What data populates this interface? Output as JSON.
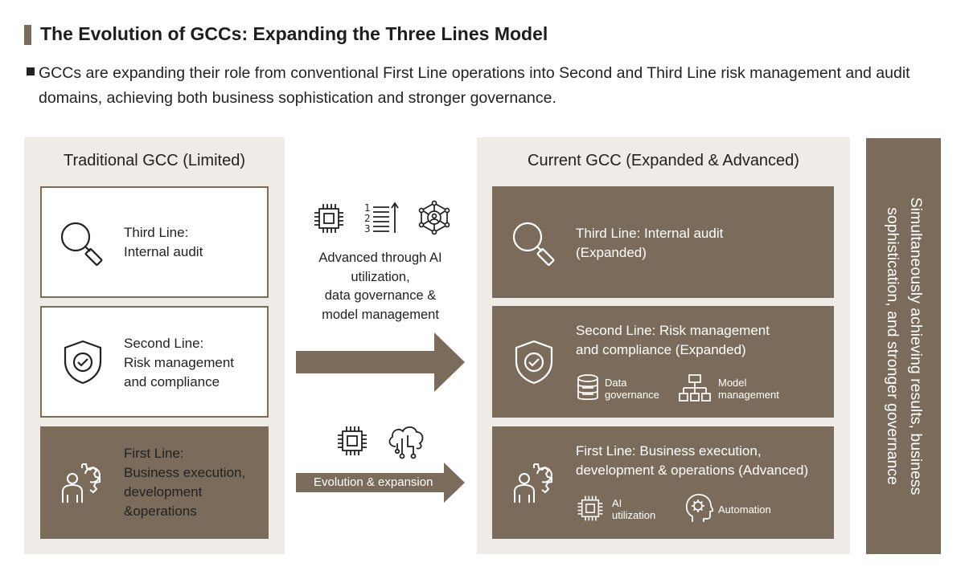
{
  "header": {
    "title": "The Evolution of GCCs: Expanding the Three Lines Model",
    "description": "GCCs are expanding their role from conventional First Line operations into Second and Third Line risk management and audit domains, achieving both business sophistication and stronger governance."
  },
  "traditional": {
    "title": "Traditional GCC (Limited)",
    "third_line": {
      "line1": "Third Line:",
      "line2": "Internal audit",
      "icon": "magnifier-icon"
    },
    "second_line": {
      "line1": "Second Line:",
      "line2": "Risk management",
      "line3": "and compliance",
      "icon": "shield-check-icon"
    },
    "first_line": {
      "line1": "First Line:",
      "line2": "Business execution,",
      "line3": "development",
      "line4": "&operations",
      "icon": "person-gear-icon"
    }
  },
  "middle": {
    "upper_text": {
      "line1": "Advanced through AI",
      "line2": "utilization,",
      "line3": "data governance &",
      "line4": "model management"
    },
    "upper_icons": [
      "chip-icon",
      "ranking-list-icon",
      "network-brain-icon"
    ],
    "lower_label": "Evolution & expansion",
    "lower_icons": [
      "chip-icon",
      "cloud-circuit-icon"
    ]
  },
  "current": {
    "title": "Current GCC (Expanded & Advanced)",
    "third_line": {
      "line1": "Third Line: Internal audit",
      "line2": "(Expanded)",
      "icon": "magnifier-icon"
    },
    "second_line": {
      "line1": "Second Line: Risk management",
      "line2": "and compliance (Expanded)",
      "icon": "shield-check-icon",
      "features": [
        {
          "line1": "Data",
          "line2": "governance",
          "icon": "database-icon"
        },
        {
          "line1": "Model",
          "line2": "management",
          "icon": "hierarchy-icon"
        }
      ]
    },
    "first_line": {
      "line1": "First Line: Business execution,",
      "line2": "development & operations (Advanced)",
      "icon": "person-gear-icon",
      "features": [
        {
          "line1": "AI",
          "line2": "utilization",
          "icon": "chip-icon"
        },
        {
          "line1": "Automation",
          "icon": "head-gear-icon"
        }
      ]
    }
  },
  "side": {
    "text": "Simultaneously achieving results, business sophistication, and stronger governance"
  },
  "colors": {
    "brown": "#7a6b5b",
    "panel_bg": "#efebe6",
    "text": "#222222"
  }
}
